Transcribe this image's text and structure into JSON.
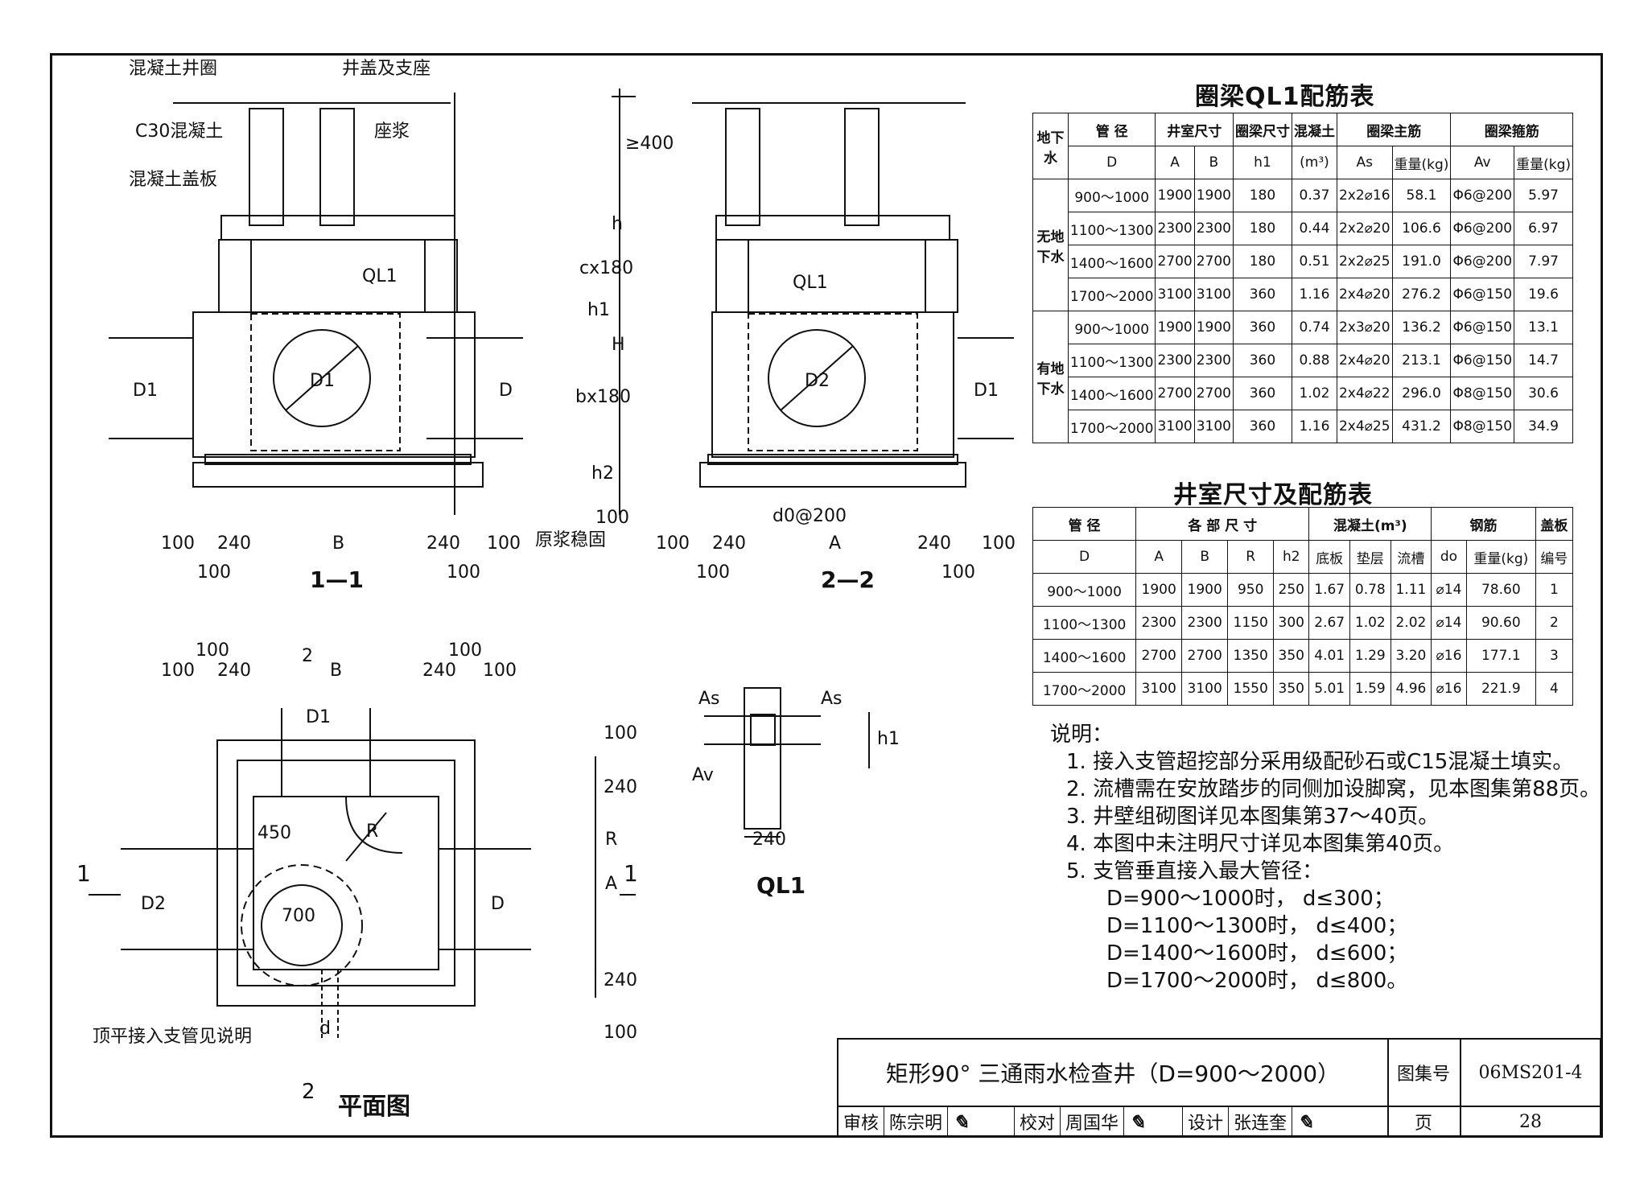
{
  "drawing": {
    "labels": {
      "concrete_ring": "混凝土井圈",
      "cover_seat": "井盖及支座",
      "c30": "C30混凝土",
      "mortar_seat": "座浆",
      "cover_slab": "混凝土盖板",
      "ql1": "QL1",
      "d1": "D1",
      "d2": "D2",
      "d": "D",
      "h": "h",
      "h1": "h1",
      "h2": "h2",
      "H": "H",
      "ge400": "≥400",
      "cx180": "cx180",
      "bx180": "bx180",
      "dim100": "100",
      "dim240": "240",
      "B": "B",
      "A": "A",
      "R": "R",
      "slurry": "原浆稳固",
      "do200": "d0@200",
      "sec11": "1—1",
      "sec22": "2—2",
      "sec_mark1": "1",
      "sec_mark2": "2",
      "plan": "平面图",
      "dim450": "450",
      "dim700": "700",
      "small_d": "d",
      "top_branch_note": "顶平接入支管见说明",
      "As": "As",
      "Av": "Av",
      "ql1_caption": "QL1"
    }
  },
  "table1": {
    "title": "圈梁QL1配筋表",
    "header_row1": [
      "地下水",
      "管 径",
      "井室尺寸",
      "圈梁尺寸",
      "混凝土",
      "圈梁主筋",
      "圈梁箍筋"
    ],
    "header_row2": [
      "D",
      "A",
      "B",
      "h1",
      "(m³)",
      "As",
      "重量(kg)",
      "Av",
      "重量(kg)"
    ],
    "groups": [
      "无地下水",
      "有地下水"
    ],
    "rows": [
      [
        "900～1000",
        "1900",
        "1900",
        "180",
        "0.37",
        "2x2⌀16",
        "58.1",
        "Φ6@200",
        "5.97"
      ],
      [
        "1100～1300",
        "2300",
        "2300",
        "180",
        "0.44",
        "2x2⌀20",
        "106.6",
        "Φ6@200",
        "6.97"
      ],
      [
        "1400～1600",
        "2700",
        "2700",
        "180",
        "0.51",
        "2x2⌀25",
        "191.0",
        "Φ6@200",
        "7.97"
      ],
      [
        "1700～2000",
        "3100",
        "3100",
        "360",
        "1.16",
        "2x4⌀20",
        "276.2",
        "Φ6@150",
        "19.6"
      ],
      [
        "900～1000",
        "1900",
        "1900",
        "360",
        "0.74",
        "2x3⌀20",
        "136.2",
        "Φ6@150",
        "13.1"
      ],
      [
        "1100～1300",
        "2300",
        "2300",
        "360",
        "0.88",
        "2x4⌀20",
        "213.1",
        "Φ6@150",
        "14.7"
      ],
      [
        "1400～1600",
        "2700",
        "2700",
        "360",
        "1.02",
        "2x4⌀22",
        "296.0",
        "Φ8@150",
        "30.6"
      ],
      [
        "1700～2000",
        "3100",
        "3100",
        "360",
        "1.16",
        "2x4⌀25",
        "431.2",
        "Φ8@150",
        "34.9"
      ]
    ]
  },
  "table2": {
    "title": "井室尺寸及配筋表",
    "header_row1": [
      "管 径",
      "各 部 尺 寸",
      "混凝土(m³)",
      "钢筋",
      "盖板"
    ],
    "header_row2": [
      "D",
      "A",
      "B",
      "R",
      "h2",
      "底板",
      "垫层",
      "流槽",
      "do",
      "重量(kg)",
      "编号"
    ],
    "rows": [
      [
        "900～1000",
        "1900",
        "1900",
        "950",
        "250",
        "1.67",
        "0.78",
        "1.11",
        "⌀14",
        "78.60",
        "1"
      ],
      [
        "1100～1300",
        "2300",
        "2300",
        "1150",
        "300",
        "2.67",
        "1.02",
        "2.02",
        "⌀14",
        "90.60",
        "2"
      ],
      [
        "1400～1600",
        "2700",
        "2700",
        "1350",
        "350",
        "4.01",
        "1.29",
        "3.20",
        "⌀16",
        "177.1",
        "3"
      ],
      [
        "1700～2000",
        "3100",
        "3100",
        "1550",
        "350",
        "5.01",
        "1.59",
        "4.96",
        "⌀16",
        "221.9",
        "4"
      ]
    ]
  },
  "notes": {
    "heading": "说明：",
    "items": [
      "1. 接入支管超挖部分采用级配砂石或C15混凝土填实。",
      "2. 流槽需在安放踏步的同侧加设脚窝，见本图集第88页。",
      "3. 井壁组砌图详见本图集第37～40页。",
      "4. 本图中未注明尺寸详见本图集第40页。",
      "5. 支管垂直接入最大管径："
    ],
    "sub": [
      "D=900～1000时， d≤300；",
      "D=1100～1300时， d≤400；",
      "D=1400～1600时， d≤600；",
      "D=1700～2000时， d≤800。"
    ]
  },
  "title_block": {
    "title": "矩形90° 三通雨水检查井（D=900～2000）",
    "atlas_label": "图集号",
    "atlas_no": "06MS201-4",
    "page_label": "页",
    "page_no": "28",
    "review_label": "审核",
    "reviewer": "陈宗明",
    "check_label": "校对",
    "checker": "周国华",
    "design_label": "设计",
    "designer": "张连奎"
  }
}
